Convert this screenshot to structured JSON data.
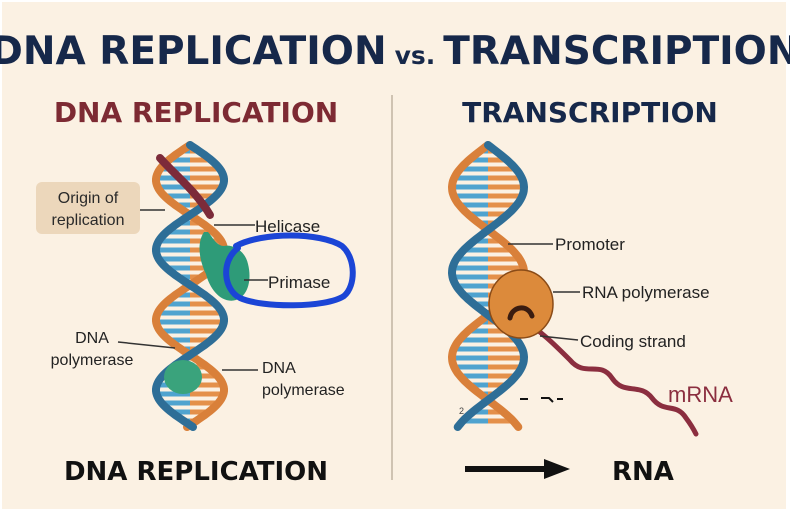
{
  "main_title": {
    "part1": "DNA REPLICATION",
    "vs": "vs.",
    "part2": "TRANSCRIPTION"
  },
  "left_panel": {
    "heading": "DNA REPLICATION",
    "origin_label": [
      "Origin of",
      "replication"
    ],
    "helicase": "Helicase",
    "primase": "Primase",
    "dna_polymerase_left": [
      "DNA",
      "polymerase"
    ],
    "dna_polymerase_right": [
      "DNA",
      "polymerase"
    ],
    "footer": "DNA REPLICATION"
  },
  "right_panel": {
    "heading": "TRANSCRIPTION",
    "promoter": "Promoter",
    "rna_polymerase": "RNA polymerase",
    "coding_strand": "Coding strand",
    "mrna": "mRNA",
    "small_mark": "2",
    "footer": "RNA"
  },
  "colors": {
    "background": "#fbf1e3",
    "title_navy": "#16284a",
    "heading_maroon": "#7d2a33",
    "strand_blue": "#2e6e97",
    "strand_orange": "#d9803a",
    "rung_blue": "#4fa3cf",
    "rung_orange": "#e4904a",
    "maroon_strand": "#7c2b3a",
    "enzyme_green": "#2e9b78",
    "enzyme_light_green": "#3aa37c",
    "rna_pol_orange": "#dc8a3b",
    "mrna_maroon": "#8b2e3f",
    "annotation_blue": "#1b45d6",
    "origin_box": "#ecd7bb"
  }
}
